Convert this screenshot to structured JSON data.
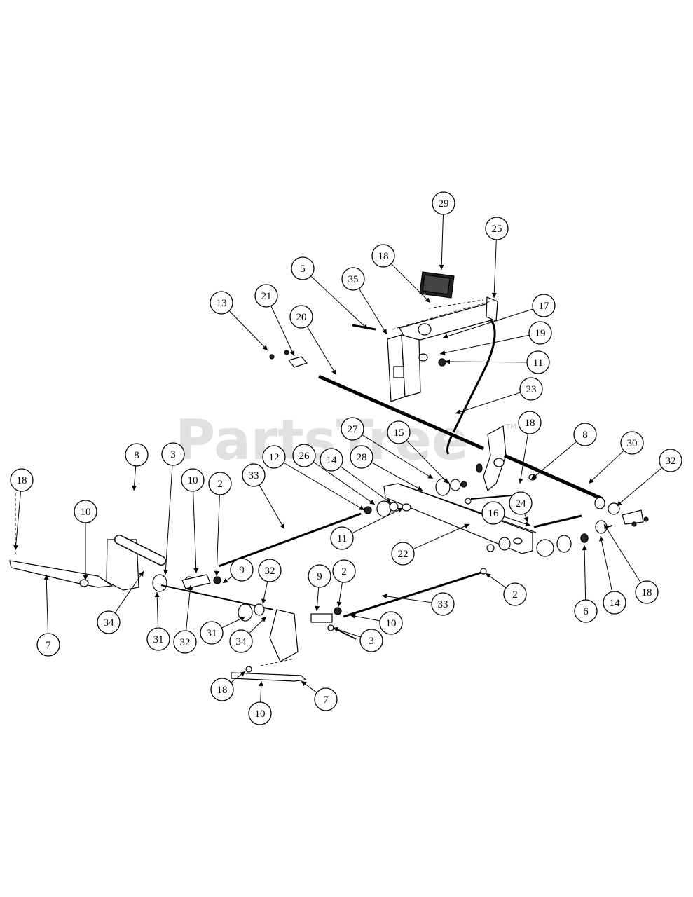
{
  "watermark": {
    "text": "PartsTree",
    "tm": "TM"
  },
  "callouts": [
    {
      "label": "29"
    },
    {
      "label": "25"
    },
    {
      "label": "18"
    },
    {
      "label": "5"
    },
    {
      "label": "35"
    },
    {
      "label": "17"
    },
    {
      "label": "13"
    },
    {
      "label": "21"
    },
    {
      "label": "20"
    },
    {
      "label": "19"
    },
    {
      "label": "11"
    },
    {
      "label": "23"
    },
    {
      "label": "27"
    },
    {
      "label": "15"
    },
    {
      "label": "18"
    },
    {
      "label": "8"
    },
    {
      "label": "30"
    },
    {
      "label": "32"
    },
    {
      "label": "8"
    },
    {
      "label": "3"
    },
    {
      "label": "12"
    },
    {
      "label": "26"
    },
    {
      "label": "14"
    },
    {
      "label": "28"
    },
    {
      "label": "18"
    },
    {
      "label": "10"
    },
    {
      "label": "2"
    },
    {
      "label": "33"
    },
    {
      "label": "24"
    },
    {
      "label": "16"
    },
    {
      "label": "10"
    },
    {
      "label": "11"
    },
    {
      "label": "22"
    },
    {
      "label": "9"
    },
    {
      "label": "32"
    },
    {
      "label": "9"
    },
    {
      "label": "2"
    },
    {
      "label": "2"
    },
    {
      "label": "33"
    },
    {
      "label": "18"
    },
    {
      "label": "14"
    },
    {
      "label": "6"
    },
    {
      "label": "34"
    },
    {
      "label": "31"
    },
    {
      "label": "32"
    },
    {
      "label": "31"
    },
    {
      "label": "34"
    },
    {
      "label": "10"
    },
    {
      "label": "3"
    },
    {
      "label": "7"
    },
    {
      "label": "18"
    },
    {
      "label": "7"
    },
    {
      "label": "10"
    }
  ]
}
